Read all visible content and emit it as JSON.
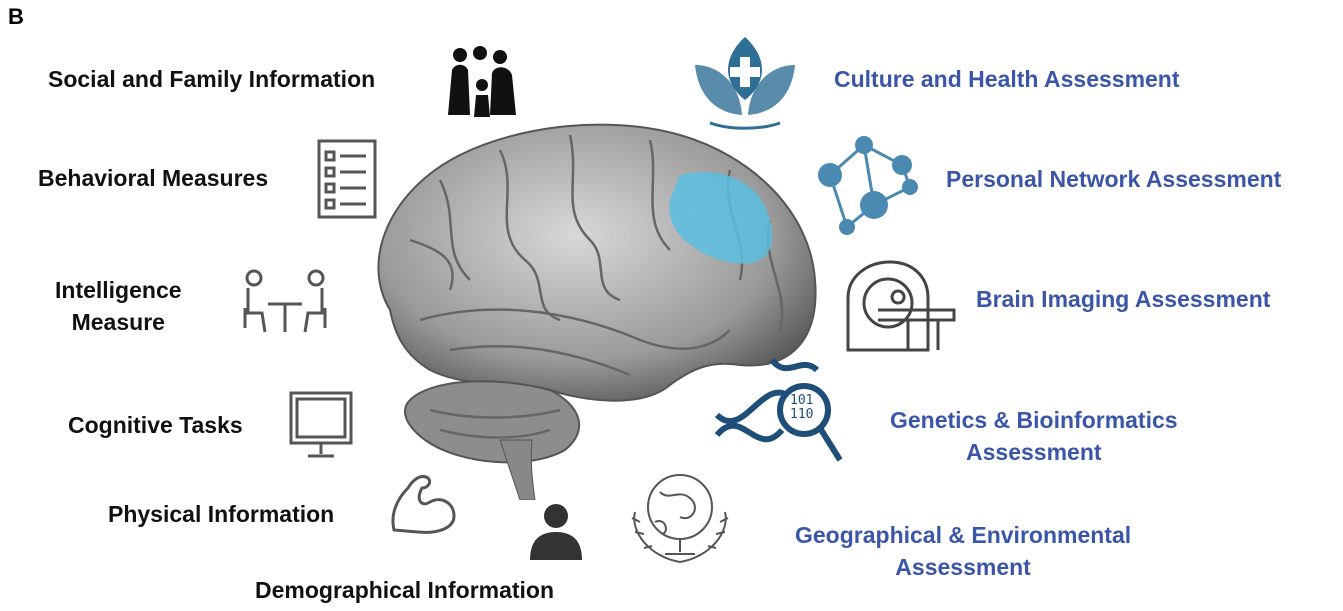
{
  "panel_label": "B",
  "center": {
    "name": "brain",
    "highlight_color": "#5bbfe0"
  },
  "left_items": [
    {
      "label": "Social and Family Information",
      "icon": "family-icon"
    },
    {
      "label": "Behavioral Measures",
      "icon": "checklist-icon"
    },
    {
      "label_line1": "Intelligence",
      "label_line2": "Measure",
      "icon": "interview-icon"
    },
    {
      "label": "Cognitive Tasks",
      "icon": "monitor-icon"
    },
    {
      "label": "Physical Information",
      "icon": "muscle-arm-icon"
    },
    {
      "label": "Demographical Information",
      "icon": "person-icon"
    }
  ],
  "right_items": [
    {
      "label": "Culture and Health Assessment",
      "icon": "health-leaf-icon"
    },
    {
      "label": "Personal Network Assessment",
      "icon": "network-icon"
    },
    {
      "label": "Brain Imaging Assessment",
      "icon": "mri-scanner-icon"
    },
    {
      "label_line1": "Genetics & Bioinformatics",
      "label_line2": "Assessment",
      "icon": "dna-search-icon",
      "icon_text_1": "101",
      "icon_text_2": "110"
    },
    {
      "label_line1": "Geographical & Environmental",
      "label_line2": "Assessment",
      "icon": "globe-icon"
    }
  ],
  "colors": {
    "left_text": "#111111",
    "right_text": "#3b56a8",
    "icon_blue": "#2f6f95"
  }
}
